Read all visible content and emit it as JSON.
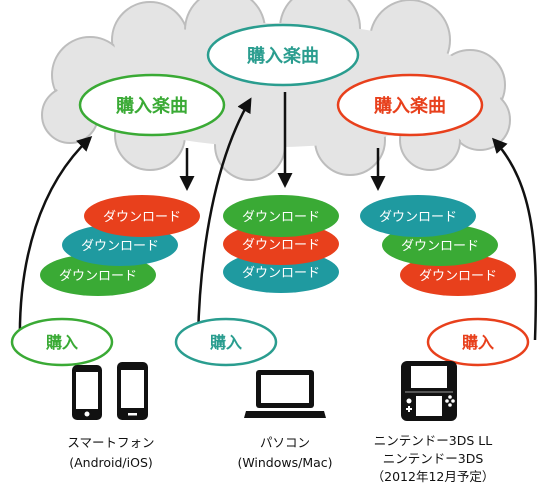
{
  "cloud": {
    "nodes": [
      {
        "label": "購入楽曲",
        "color": "#2a9d8f"
      },
      {
        "label": "購入楽曲",
        "color": "#3aaa35"
      },
      {
        "label": "購入楽曲",
        "color": "#e8401c"
      }
    ]
  },
  "download_stacks": [
    {
      "items": [
        {
          "label": "ダウンロード",
          "color": "#e8401c"
        },
        {
          "label": "ダウンロード",
          "color": "#1f9aa0"
        },
        {
          "label": "ダウンロード",
          "color": "#3aaa35"
        }
      ]
    },
    {
      "items": [
        {
          "label": "ダウンロード",
          "color": "#3aaa35"
        },
        {
          "label": "ダウンロード",
          "color": "#e8401c"
        },
        {
          "label": "ダウンロード",
          "color": "#1f9aa0"
        }
      ]
    },
    {
      "items": [
        {
          "label": "ダウンロード",
          "color": "#1f9aa0"
        },
        {
          "label": "ダウンロード",
          "color": "#3aaa35"
        },
        {
          "label": "ダウンロード",
          "color": "#e8401c"
        }
      ]
    }
  ],
  "purchase_nodes": [
    {
      "label": "購入",
      "color": "#3aaa35"
    },
    {
      "label": "購入",
      "color": "#2a9d8f"
    },
    {
      "label": "購入",
      "color": "#e8401c"
    }
  ],
  "devices": {
    "smartphone": {
      "icon": "smartphone-icon",
      "line1": "スマートフォン",
      "line2": "(Android/iOS)"
    },
    "pc": {
      "icon": "laptop-icon",
      "line1": "パソコン",
      "line2": "(Windows/Mac)"
    },
    "nintendo": {
      "icon": "nintendo-3ds-icon",
      "line1": "ニンテンドー3DS LL",
      "line2": "ニンテンドー3DS",
      "line3": "（2012年12月予定）",
      "line3_color": "#e8401c"
    }
  }
}
